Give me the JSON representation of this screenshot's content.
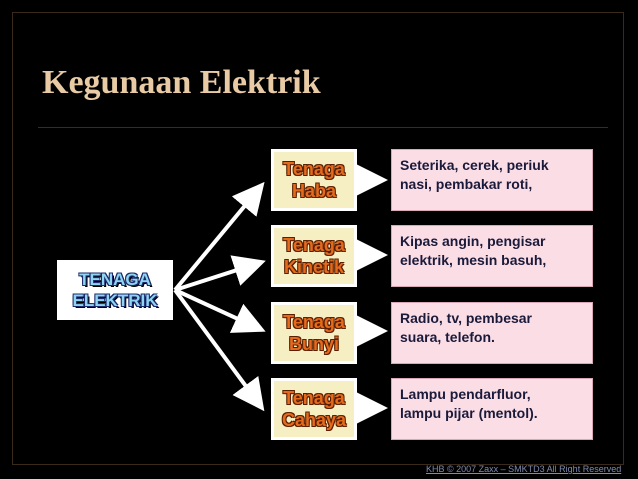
{
  "slide": {
    "title": "Kegunaan Elektrik",
    "footer": "KHB © 2007 Zaxx – SMKTD3   All Right Reserved",
    "colors": {
      "background": "#000000",
      "title": "#e8cba4",
      "type_text": "#e46a1e",
      "source_text": "#8fd4f0",
      "example_fill": "#fbdde6",
      "type_fill": "#f7efc4"
    }
  },
  "diagram": {
    "source": {
      "line1": "TENAGA",
      "line2": "ELEKTRIK"
    },
    "types": [
      {
        "line1": "Tenaga",
        "line2": "Haba",
        "example_line1": "Seterika, cerek, periuk",
        "example_line2": "nasi, pembakar roti,"
      },
      {
        "line1": "Tenaga",
        "line2": "Kinetik",
        "example_line1": "Kipas angin, pengisar",
        "example_line2": "elektrik, mesin basuh,"
      },
      {
        "line1": "Tenaga",
        "line2": "Bunyi",
        "example_line1": "Radio, tv, pembesar",
        "example_line2": "suara, telefon."
      },
      {
        "line1": "Tenaga",
        "line2": "Cahaya",
        "example_line1": "Lampu pendarfluor,",
        "example_line2": "lampu pijar (mentol)."
      }
    ]
  }
}
